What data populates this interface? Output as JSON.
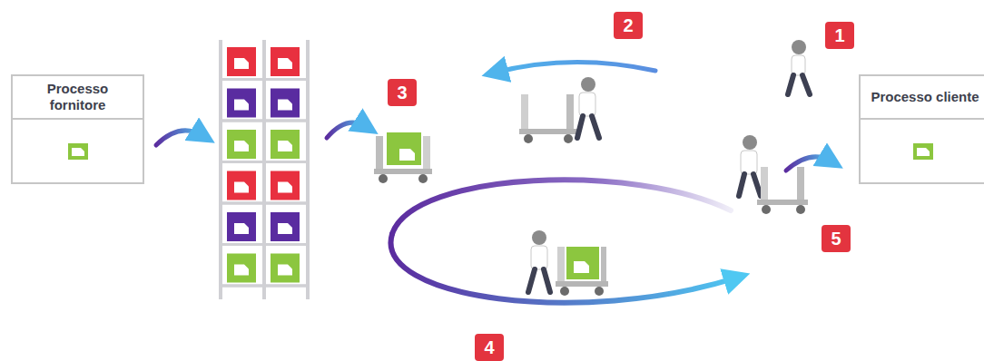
{
  "diagram": {
    "nodes": [
      {
        "text": [
          "Processo fornitore"
        ]
      },
      {
        "text": [
          "Processo cliente"
        ]
      }
    ],
    "labels": [
      "1",
      "2",
      "3",
      "4",
      "5"
    ]
  }
}
